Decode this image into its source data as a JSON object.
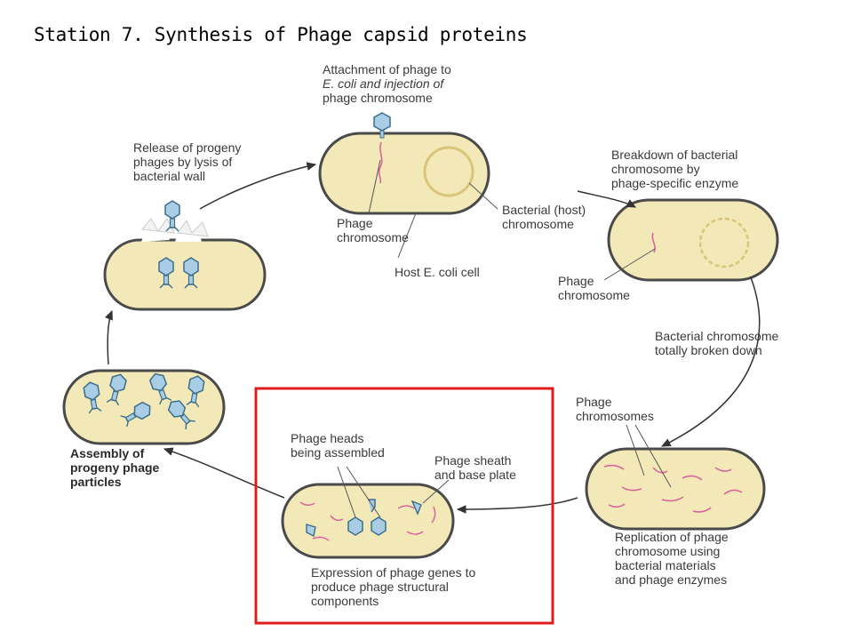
{
  "title": "Station 7. Synthesis of Phage capsid proteins",
  "labels": {
    "attachment": [
      "Attachment of phage to",
      "E. coli and injection of",
      "phage chromosome"
    ],
    "release": [
      "Release of progeny",
      "phages by lysis of",
      "bacterial wall"
    ],
    "breakdown": [
      "Breakdown of bacterial",
      "chromosome by",
      "phage-specific enzyme"
    ],
    "bacterial_host_chromosome": [
      "Bacterial (host)",
      "chromosome"
    ],
    "phage_chromosome_top": [
      "Phage",
      "chromosome"
    ],
    "host_cell": "Host E. coli cell",
    "phage_chromosome_right": [
      "Phage",
      "chromosome"
    ],
    "totally_broken_down": [
      "Bacterial chromosome",
      "totally broken down"
    ],
    "phage_chromosomes": [
      "Phage",
      "chromosomes"
    ],
    "assembly": [
      "Assembly of",
      "progeny phage",
      "particles"
    ],
    "heads_assembled": [
      "Phage heads",
      "being assembled"
    ],
    "sheath_base_plate": [
      "Phage sheath",
      "and base plate"
    ],
    "replication": [
      "Replication of phage",
      "chromosome using",
      "bacterial materials",
      "and phage enzymes"
    ],
    "expression": [
      "Expression of phage genes to",
      "produce phage structural",
      "components"
    ]
  },
  "colors": {
    "cell_fill": "#f3e9b8",
    "cell_outline": "#4a4a4a",
    "phage_blue": "#a9cde4",
    "phage_chromosome": "#d8669a",
    "host_chromosome": "#d9c57a",
    "highlight": "#e01c1c"
  }
}
